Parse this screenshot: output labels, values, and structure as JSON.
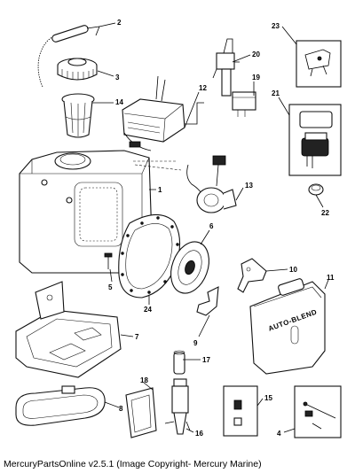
{
  "caption": "MercuryPartsOnline v2.5.1 (Image Copyright- Mercury Marine)",
  "callouts": {
    "c1": "1",
    "c2": "2",
    "c3": "3",
    "c4": "4",
    "c5": "5",
    "c6": "6",
    "c7": "7",
    "c8": "8",
    "c9": "9",
    "c10": "10",
    "c11": "11",
    "c12": "12",
    "c13": "13",
    "c14": "14",
    "c15": "15",
    "c16": "16",
    "c17": "17",
    "c18": "18",
    "c19": "19",
    "c20": "20",
    "c21": "21",
    "c22": "22",
    "c23": "23",
    "c24": "24"
  },
  "cover_lettering": "AUTO-BLEND"
}
